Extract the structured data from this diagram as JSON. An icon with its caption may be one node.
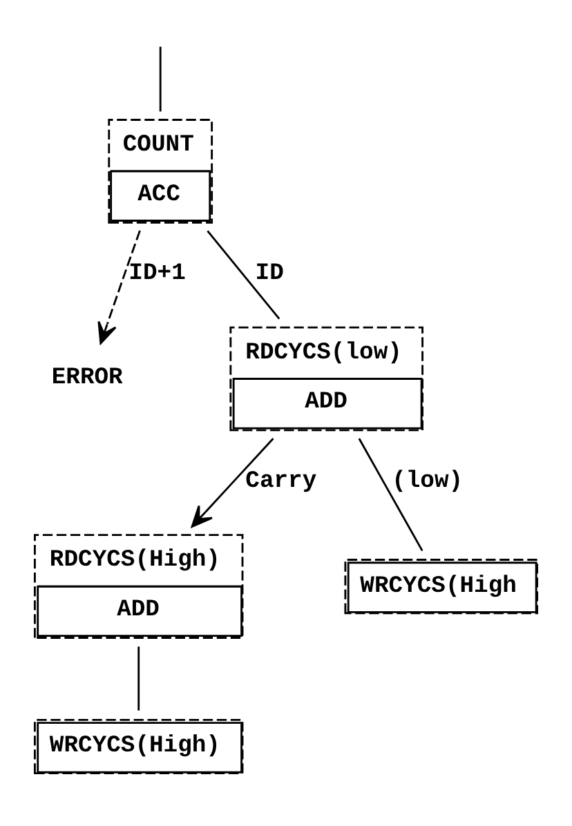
{
  "diagram": {
    "nodes": [
      {
        "text": [
          "COUNT",
          "ACC"
        ]
      },
      {
        "text": [
          "ERROR"
        ]
      },
      {
        "text": [
          "RDCYCS(low)",
          "ADD"
        ]
      },
      {
        "text": [
          "RDCYCS(High)",
          "ADD"
        ]
      },
      {
        "text": [
          "WRCYCS(High"
        ]
      },
      {
        "text": [
          "WRCYCS(High)"
        ]
      }
    ],
    "edges": [
      {
        "from": null,
        "to": 0,
        "arrow": "none"
      },
      {
        "from": 0,
        "to": 2,
        "label": "ID",
        "arrow": "none"
      },
      {
        "from": 0,
        "to": 1,
        "label": "ID+1",
        "arrow": "to",
        "style": "dashed"
      },
      {
        "from": 2,
        "to": 3,
        "label": "Carry",
        "arrow": "to"
      },
      {
        "from": 2,
        "to": 4,
        "label": "(low)",
        "arrow": "none"
      },
      {
        "from": 3,
        "to": 5,
        "arrow": "none"
      }
    ]
  }
}
